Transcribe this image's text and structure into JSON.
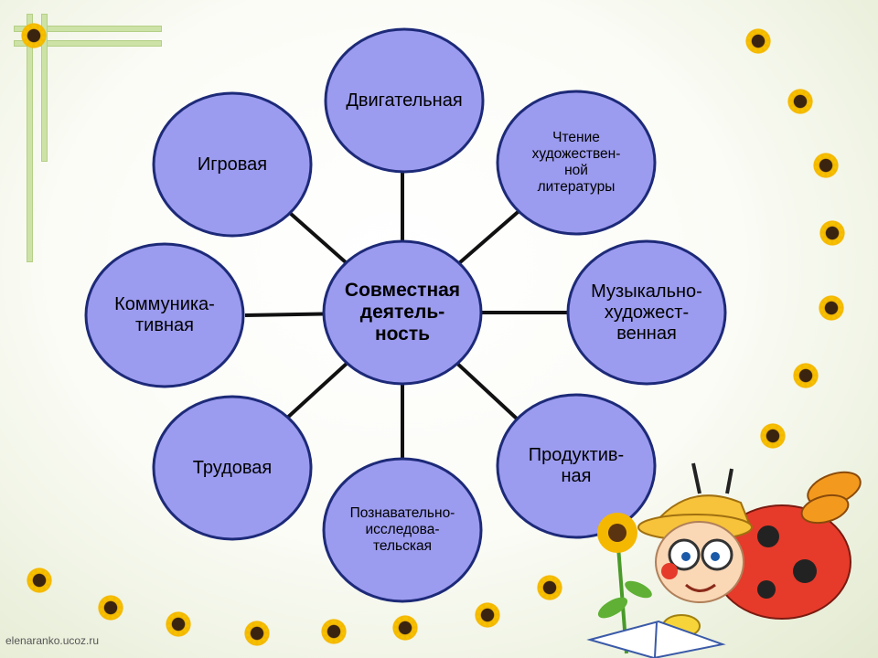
{
  "center": "Совместная\nдеятель-\nность",
  "nodes": [
    {
      "id": "motor",
      "label": "Двигательная"
    },
    {
      "id": "reading",
      "label": "Чтение\nхудожествен-\nной\nлитературы"
    },
    {
      "id": "music",
      "label": "Музыкально-\nхудожест-\nвенная"
    },
    {
      "id": "productive",
      "label": "Продуктив-\nная"
    },
    {
      "id": "cognitive",
      "label": "Познавательно-\nисследова-\nтельская"
    },
    {
      "id": "labor",
      "label": "Трудовая"
    },
    {
      "id": "communicative",
      "label": "Коммуника-\nтивная"
    },
    {
      "id": "play",
      "label": "Игровая"
    }
  ],
  "credit": "elenaranko.ucoz.ru",
  "colors": {
    "circle_fill": "#9b9bef",
    "circle_stroke": "#1d2a78",
    "connector": "#111111",
    "sunflower": "#f5b800"
  },
  "icons": [
    "sunflower-icon",
    "ladybug-illustration",
    "book-icon"
  ]
}
